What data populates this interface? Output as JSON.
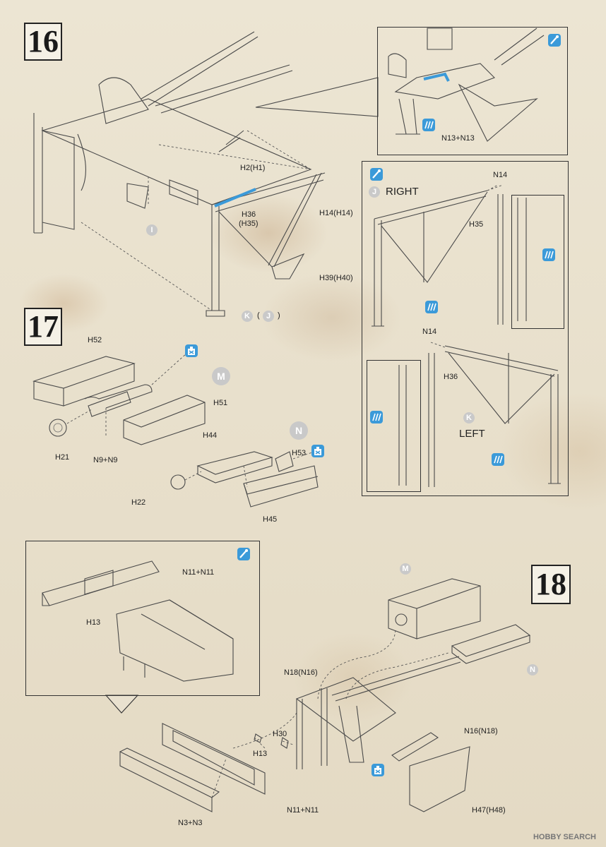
{
  "steps": {
    "s16": "16",
    "s17": "17",
    "s18": "18"
  },
  "step16": {
    "labels": {
      "h2": "H2(H1)",
      "h36": "H36",
      "h35": "(H35)",
      "h14": "H14(H14)",
      "h39": "H39(H40)",
      "k": "K",
      "paren_open": "(",
      "j": "J",
      "paren_close": ")",
      "i": "I",
      "n13": "N13+N13"
    },
    "right_panel": {
      "j": "J",
      "right": "RIGHT",
      "n14a": "N14",
      "h35": "H35",
      "n14b": "N14",
      "h36": "H36",
      "k": "K",
      "left": "LEFT"
    }
  },
  "step17": {
    "labels": {
      "h52": "H52",
      "m": "M",
      "h51": "H51",
      "h21": "H21",
      "n9": "N9+N9",
      "n": "N",
      "h44": "H44",
      "h53": "H53",
      "h22": "H22",
      "h45": "H45"
    }
  },
  "step18": {
    "callout": {
      "n11": "N11+N11",
      "h13": "H13"
    },
    "labels": {
      "m": "M",
      "n": "N",
      "n18": "N18(N16)",
      "h30": "H30",
      "h13": "H13",
      "n16": "N16(N18)",
      "n11": "N11+N11",
      "h47": "H47(H48)",
      "n3": "N3+N3"
    }
  },
  "icons": {
    "paint": "paint-brush-icon",
    "glue": "glue-icon",
    "cement": "cement-bottle-icon"
  },
  "colors": {
    "accent": "#3b9ad9",
    "paper": "#e9e1cf"
  },
  "footer": "HOBBY SEARCH"
}
